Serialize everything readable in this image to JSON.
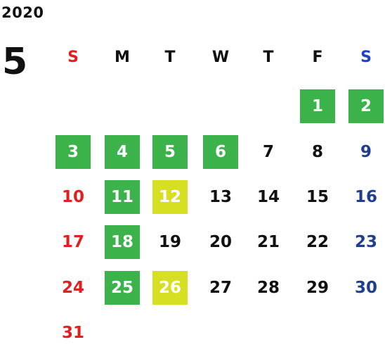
{
  "calendar": {
    "year": "2020",
    "month": "5",
    "colors": {
      "text": "#111111",
      "sunday": "#e02020",
      "saturday_header": "#1f3fd0",
      "saturday": "#1f3e8c",
      "highlight_green": "#3cb34a",
      "highlight_yellow": "#d7df23"
    },
    "weekdays": [
      {
        "label": "S",
        "kind": "sunday"
      },
      {
        "label": "M",
        "kind": "weekday"
      },
      {
        "label": "T",
        "kind": "weekday"
      },
      {
        "label": "W",
        "kind": "weekday"
      },
      {
        "label": "T",
        "kind": "weekday"
      },
      {
        "label": "F",
        "kind": "weekday"
      },
      {
        "label": "S",
        "kind": "saturday"
      }
    ],
    "weeks": [
      [
        null,
        null,
        null,
        null,
        null,
        {
          "n": "1",
          "hl": "green"
        },
        {
          "n": "2",
          "hl": "green"
        }
      ],
      [
        {
          "n": "3",
          "hl": "green"
        },
        {
          "n": "4",
          "hl": "green"
        },
        {
          "n": "5",
          "hl": "green"
        },
        {
          "n": "6",
          "hl": "green"
        },
        {
          "n": "7"
        },
        {
          "n": "8"
        },
        {
          "n": "9"
        }
      ],
      [
        {
          "n": "10"
        },
        {
          "n": "11",
          "hl": "green"
        },
        {
          "n": "12",
          "hl": "yellow"
        },
        {
          "n": "13"
        },
        {
          "n": "14"
        },
        {
          "n": "15"
        },
        {
          "n": "16"
        }
      ],
      [
        {
          "n": "17"
        },
        {
          "n": "18",
          "hl": "green"
        },
        {
          "n": "19"
        },
        {
          "n": "20"
        },
        {
          "n": "21"
        },
        {
          "n": "22"
        },
        {
          "n": "23"
        }
      ],
      [
        {
          "n": "24"
        },
        {
          "n": "25",
          "hl": "green"
        },
        {
          "n": "26",
          "hl": "yellow"
        },
        {
          "n": "27"
        },
        {
          "n": "28"
        },
        {
          "n": "29"
        },
        {
          "n": "30"
        }
      ],
      [
        {
          "n": "31"
        },
        null,
        null,
        null,
        null,
        null,
        null
      ]
    ]
  }
}
